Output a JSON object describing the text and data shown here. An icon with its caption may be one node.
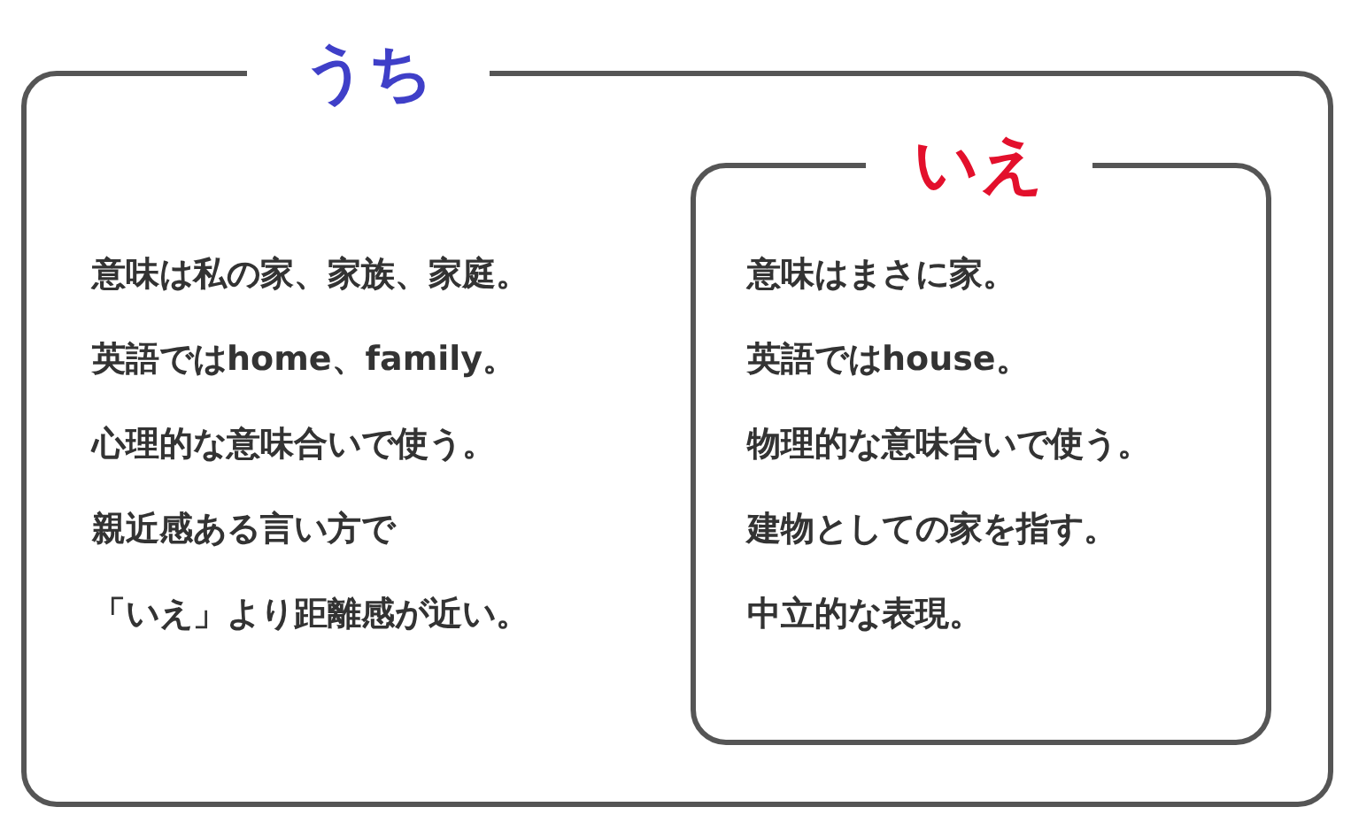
{
  "diagram": {
    "nodes": [
      {
        "text": [
          "うち",
          "意味は私の家、家族、家庭。",
          "英語ではhome、family。",
          "心理的な意味合いで使う。",
          "親近感ある言い方で",
          "「いえ」より距離感が近い。"
        ]
      },
      {
        "text": [
          "いえ",
          "意味はまさに家。",
          "英語ではhouse。",
          "物理的な意味合いで使う。",
          "建物としての家を指す。",
          "中立的な表現。"
        ],
        "in": 0
      }
    ]
  }
}
